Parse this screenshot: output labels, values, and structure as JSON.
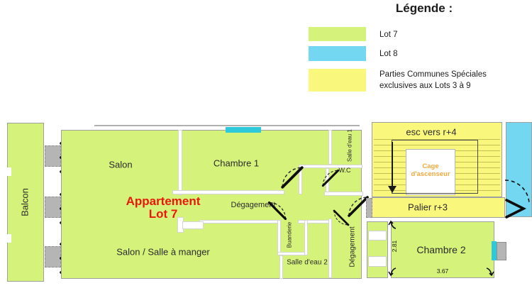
{
  "legend": {
    "title": "Légende :",
    "items": [
      {
        "id": "lot7",
        "label_lines": [
          "Lot 7"
        ],
        "color": "#d5f27b"
      },
      {
        "id": "lot8",
        "label_lines": [
          "Lot 8"
        ],
        "color": "#74d7f2"
      },
      {
        "id": "communes",
        "label_lines": [
          "Parties Communes Spéciales",
          "exclusives aux Lots 3 à 9"
        ],
        "color": "#faf77d"
      }
    ]
  },
  "plan": {
    "apartment_title_lines": [
      "Appartement",
      "Lot 7"
    ],
    "rooms": {
      "balcon": "Balcon",
      "salon": "Salon",
      "chambre1": "Chambre 1",
      "salle_eau_1": "Salle d'eau 1",
      "wc": "W.C",
      "degagement_couloir": "Dégagement",
      "salon_salle_a_manger": "Salon / Salle à manger",
      "buanderie": "Buanderie",
      "salle_eau_2": "Salle d'eau  2",
      "degagement_bas": "Dégagement",
      "chambre2": "Chambre 2"
    },
    "commons": {
      "escalier": "esc vers r+4",
      "cage_lines": [
        "Cage",
        "d'ascenseur"
      ],
      "palier": "Palier r+3"
    },
    "dimensions": {
      "chambre2_hauteur": "2.81",
      "chambre2_largeur": "3.67"
    },
    "colors": {
      "lot7": "#d5f27b",
      "lot8": "#74d7f2",
      "communes": "#faf77d",
      "fenetre": "#2fc9dc",
      "titre": "#e8180c",
      "cage_texte": "#f2a93d"
    }
  }
}
